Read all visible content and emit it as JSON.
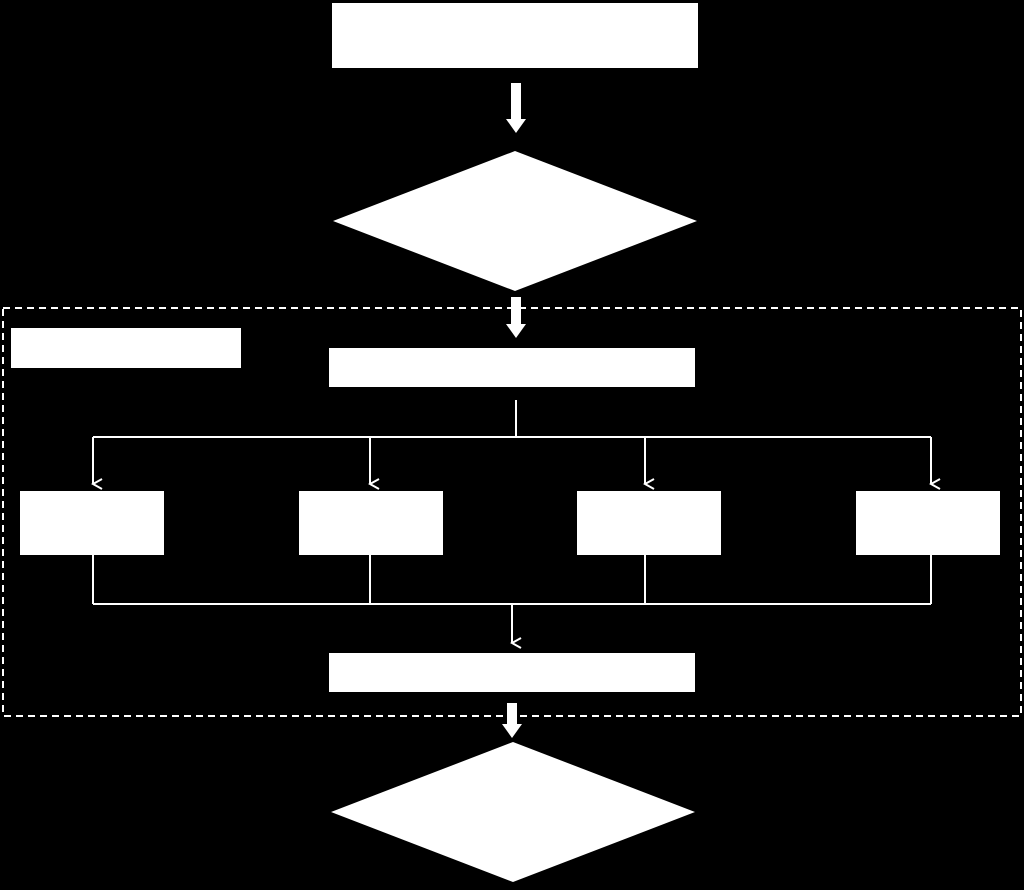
{
  "diagram": {
    "type": "flowchart",
    "colors": {
      "background": "#000000",
      "shape_fill": "#ffffff",
      "line": "#ffffff",
      "dashed_border": "#ffffff"
    },
    "nodes": {
      "start_box": {
        "shape": "rectangle",
        "label": ""
      },
      "decision_top": {
        "shape": "diamond",
        "label": ""
      },
      "group_label_box": {
        "shape": "rectangle",
        "label": ""
      },
      "distribute_box": {
        "shape": "rectangle",
        "label": ""
      },
      "branch_1": {
        "shape": "rectangle",
        "label": ""
      },
      "branch_2": {
        "shape": "rectangle",
        "label": ""
      },
      "branch_3": {
        "shape": "rectangle",
        "label": ""
      },
      "branch_4": {
        "shape": "rectangle",
        "label": ""
      },
      "merge_box": {
        "shape": "rectangle",
        "label": ""
      },
      "decision_bottom": {
        "shape": "diamond",
        "label": ""
      }
    },
    "group": {
      "style": "dashed",
      "label": ""
    },
    "connections": [
      [
        "start_box",
        "decision_top"
      ],
      [
        "decision_top",
        "distribute_box"
      ],
      [
        "distribute_box",
        "branch_1"
      ],
      [
        "distribute_box",
        "branch_2"
      ],
      [
        "distribute_box",
        "branch_3"
      ],
      [
        "distribute_box",
        "branch_4"
      ],
      [
        "branch_1",
        "merge_box"
      ],
      [
        "branch_2",
        "merge_box"
      ],
      [
        "branch_3",
        "merge_box"
      ],
      [
        "branch_4",
        "merge_box"
      ],
      [
        "merge_box",
        "decision_bottom"
      ]
    ]
  }
}
